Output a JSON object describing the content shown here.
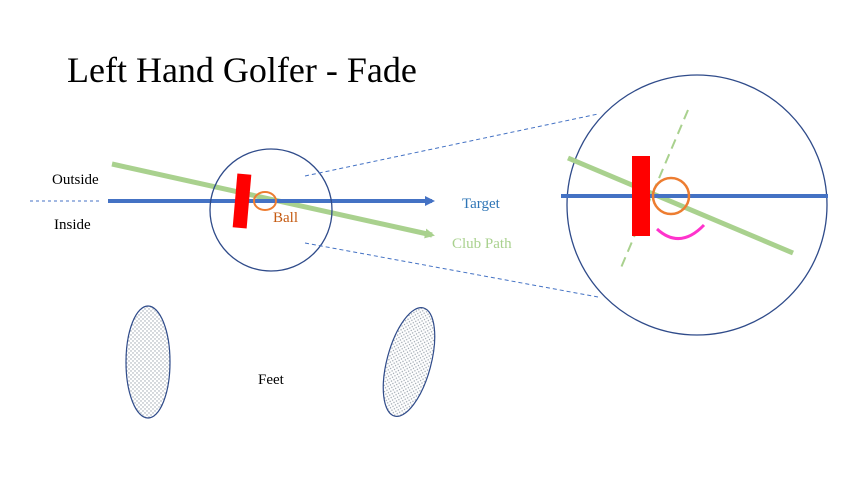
{
  "title": "Left Hand Golfer - Fade",
  "labels": {
    "outside": "Outside",
    "inside": "Inside",
    "target": "Target",
    "ball": "Ball",
    "club_path": "Club Path",
    "feet": "Feet"
  },
  "colors": {
    "target_line": "#4472c4",
    "club_path": "#a9d18e",
    "clubface": "#ff0000",
    "ball": "#ed7d31",
    "arc": "#ff33cc",
    "circle": "#2f4b8a",
    "target_label": "#2e75b6",
    "club_path_label": "#a9d18e",
    "ball_label": "#c55a11",
    "text": "#000000"
  }
}
